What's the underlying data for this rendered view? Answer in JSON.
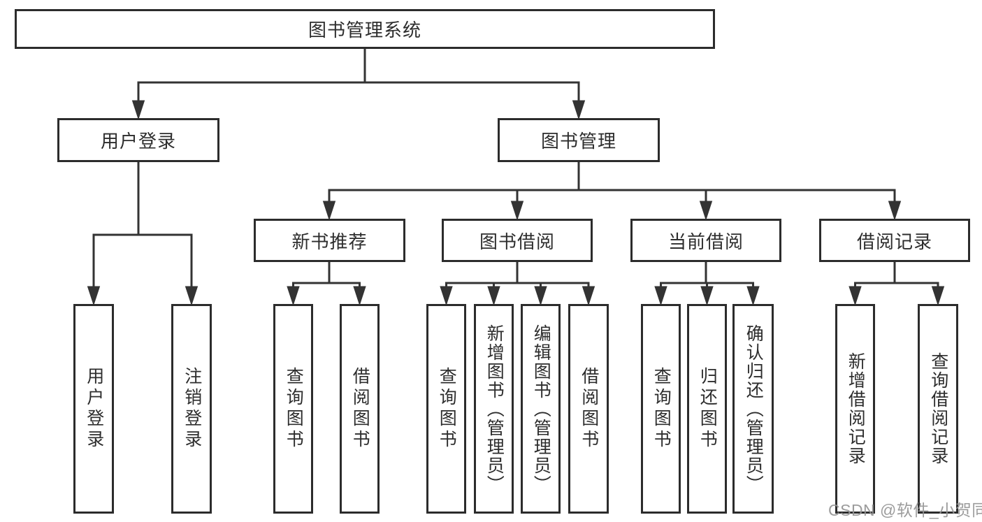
{
  "diagram": {
    "title": "图书管理系统",
    "colors": {
      "line": "#333333",
      "box_border": "#2c2c2c",
      "text": "#2d2d2d",
      "background": "#ffffff",
      "watermark": "#949494"
    },
    "tree": {
      "root": "图书管理系统",
      "user_login": {
        "label": "用户登录",
        "children": [
          "用户登录",
          "注销登录"
        ]
      },
      "book_management": {
        "label": "图书管理",
        "sections": {
          "new_books": {
            "label": "新书推荐",
            "children": [
              "查询图书",
              "借阅图书"
            ]
          },
          "book_borrowing": {
            "label": "图书借阅",
            "children": [
              "查询图书",
              "新增图书（管理员）",
              "编辑图书（管理员）",
              "借阅图书"
            ]
          },
          "current_borrowing": {
            "label": "当前借阅",
            "children": [
              "查询图书",
              "归还图书",
              "确认归还（管理员）"
            ]
          },
          "borrowing_records": {
            "label": "借阅记录",
            "children": [
              "新增借阅记录",
              "查询借阅记录"
            ]
          }
        }
      }
    },
    "watermark": "CSDN @软件_小贺同学"
  }
}
